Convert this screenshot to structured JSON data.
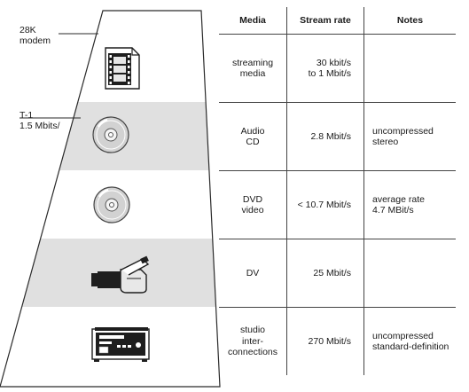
{
  "side_labels": {
    "modem": [
      "28K",
      "modem"
    ],
    "t1": [
      "T-1",
      "1.5 Mbits/"
    ]
  },
  "table": {
    "headers": {
      "media": "Media",
      "rate": "Stream rate",
      "notes": "Notes"
    },
    "rows": [
      {
        "icon": "film-icon",
        "media": [
          "streaming",
          "media"
        ],
        "rate": [
          "30 kbit/s",
          "to 1 Mbit/s"
        ],
        "notes": []
      },
      {
        "icon": "cd-icon",
        "media": [
          "Audio",
          "CD"
        ],
        "rate": [
          "2.8 Mbit/s"
        ],
        "notes": [
          "uncompressed",
          "stereo"
        ]
      },
      {
        "icon": "dvd-icon",
        "media": [
          "DVD",
          "video"
        ],
        "rate": [
          "< 10.7 Mbit/s"
        ],
        "notes": [
          "average rate",
          "4.7 MBit/s"
        ]
      },
      {
        "icon": "camcorder-icon",
        "media": [
          "DV"
        ],
        "rate": [
          "25 Mbit/s"
        ],
        "notes": []
      },
      {
        "icon": "studio-deck-icon",
        "media": [
          "studio",
          "inter-",
          "connections"
        ],
        "rate": [
          "270 Mbit/s"
        ],
        "notes": [
          "uncompressed",
          "standard-definition"
        ]
      }
    ]
  },
  "colors": {
    "band": "#e0e0e0",
    "outline": "#2a2a2a",
    "icon_dark": "#1e1e1e",
    "disc": "#cfcfcf"
  }
}
